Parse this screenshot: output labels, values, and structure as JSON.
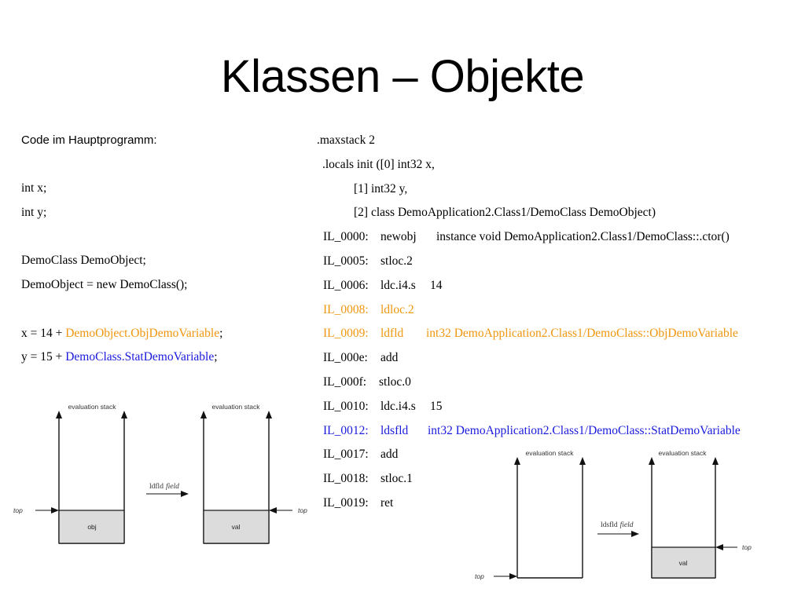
{
  "slide": {
    "title": "Klassen – Objekte"
  },
  "left_code": {
    "heading": "Code im Hauptprogramm:",
    "line_int_x": "int x;",
    "line_int_y": "int y;",
    "line_decl": "DemoClass DemoObject;",
    "line_new": "DemoObject = new DemoClass();",
    "line_x_prefix": "x = 14 + ",
    "line_x_highlight": "DemoObject.ObjDemoVariable",
    "line_x_suffix": ";",
    "line_y_prefix": "y = 15 + ",
    "line_y_highlight": "DemoClass.StatDemoVariable",
    "line_y_suffix": ";"
  },
  "il_code": {
    "maxstack": ".maxstack  2",
    "locals0": ".locals init ([0] int32 x,",
    "locals1": "[1] int32 y,",
    "locals2": "[2] class DemoApplication2.Class1/DemoClass DemoObject)",
    "rows": [
      {
        "label": "IL_0000:",
        "op": "newobj",
        "arg": "instance void DemoApplication2.Class1/DemoClass::.ctor()"
      },
      {
        "label": "IL_0005:",
        "op": "stloc.2",
        "arg": ""
      },
      {
        "label": "IL_0006:",
        "op": "ldc.i4.s",
        "arg": "14"
      },
      {
        "label": "IL_0008:",
        "op": "ldloc.2",
        "arg": ""
      },
      {
        "label": "IL_0009:",
        "op": "ldfld",
        "arg": "int32 DemoApplication2.Class1/DemoClass::ObjDemoVariable"
      },
      {
        "label": "IL_000e:",
        "op": "add",
        "arg": ""
      },
      {
        "label": "IL_000f:",
        "op": "stloc.0",
        "arg": ""
      },
      {
        "label": "IL_0010:",
        "op": "ldc.i4.s",
        "arg": "15"
      },
      {
        "label": "IL_0012:",
        "op": "ldsfld",
        "arg": "int32 DemoApplication2.Class1/DemoClass::StatDemoVariable"
      },
      {
        "label": "IL_0017:",
        "op": "add",
        "arg": ""
      },
      {
        "label": "IL_0018:",
        "op": "stloc.1",
        "arg": ""
      },
      {
        "label": "IL_0019:",
        "op": "ret",
        "arg": ""
      }
    ]
  },
  "diagram_ldfld": {
    "stack_label": "evaluation stack",
    "top_label": "top",
    "op_name": "ldfld",
    "op_arg": "field",
    "before_cell": "obj",
    "after_cell": "val"
  },
  "diagram_ldsfld": {
    "stack_label": "evaluation stack",
    "top_label": "top",
    "op_name": "ldsfld",
    "op_arg": "field",
    "after_cell": "val"
  },
  "colors": {
    "instance_highlight": "#f0960f",
    "static_highlight": "#1a1adc",
    "stack_cell_fill": "#dcdcdc"
  }
}
